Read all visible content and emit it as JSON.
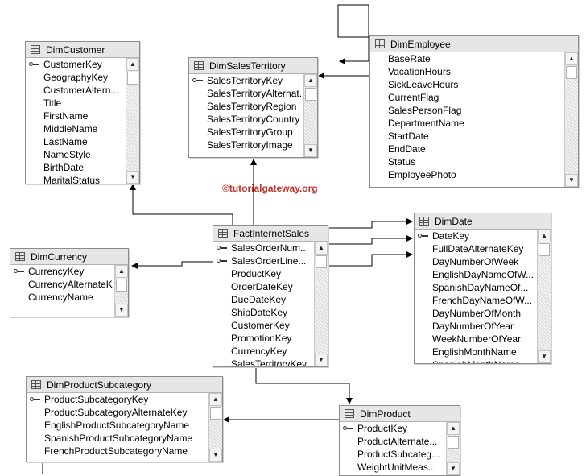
{
  "tables": [
    {
      "id": "dimcustomer",
      "name": "DimCustomer",
      "fields": [
        "CustomerKey",
        "GeographyKey",
        "CustomerAltern...",
        "Title",
        "FirstName",
        "MiddleName",
        "LastName",
        "NameStyle",
        "BirthDate",
        "MaritalStatus"
      ],
      "keys": [
        0
      ]
    },
    {
      "id": "dimsalesterritory",
      "name": "DimSalesTerritory",
      "fields": [
        "SalesTerritoryKey",
        "SalesTerritoryAlternat...",
        "SalesTerritoryRegion",
        "SalesTerritoryCountry",
        "SalesTerritoryGroup",
        "SalesTerritoryImage"
      ],
      "keys": [
        0
      ]
    },
    {
      "id": "dimemployee",
      "name": "DimEmployee",
      "fields": [
        "BaseRate",
        "VacationHours",
        "SickLeaveHours",
        "CurrentFlag",
        "SalesPersonFlag",
        "DepartmentName",
        "StartDate",
        "EndDate",
        "Status",
        "EmployeePhoto"
      ],
      "keys": []
    },
    {
      "id": "factinternetsales",
      "name": "FactInternetSales",
      "fields": [
        "SalesOrderNum...",
        "SalesOrderLine...",
        "ProductKey",
        "OrderDateKey",
        "DueDateKey",
        "ShipDateKey",
        "CustomerKey",
        "PromotionKey",
        "CurrencyKey",
        "SalesTerritoryKey"
      ],
      "keys": [
        0,
        1
      ]
    },
    {
      "id": "dimcurrency",
      "name": "DimCurrency",
      "fields": [
        "CurrencyKey",
        "CurrencyAlternateKey",
        "CurrencyName"
      ],
      "keys": [
        0
      ]
    },
    {
      "id": "dimdate",
      "name": "DimDate",
      "fields": [
        "DateKey",
        "FullDateAlternateKey",
        "DayNumberOfWeek",
        "EnglishDayNameOfW...",
        "SpanishDayNameOf...",
        "FrenchDayNameOfW...",
        "DayNumberOfMonth",
        "DayNumberOfYear",
        "WeekNumberOfYear",
        "EnglishMonthName",
        "SpanishMonthName"
      ],
      "keys": [
        0
      ]
    },
    {
      "id": "dimproductsubcategory",
      "name": "DimProductSubcategory",
      "fields": [
        "ProductSubcategoryKey",
        "ProductSubcategoryAlternateKey",
        "EnglishProductSubcategoryName",
        "SpanishProductSubcategoryName",
        "FrenchProductSubcategoryName"
      ],
      "keys": [
        0
      ]
    },
    {
      "id": "dimproduct",
      "name": "DimProduct",
      "fields": [
        "ProductKey",
        "ProductAlternate...",
        "ProductSubcateg...",
        "WeightUnitMeas..."
      ],
      "keys": [
        0
      ]
    }
  ],
  "watermark": "©tutorialgateway.org",
  "icons": {
    "table": "table-grid-icon",
    "key": "primary-key-icon",
    "up": "scroll-up-arrow-icon",
    "down": "scroll-down-arrow-icon"
  },
  "colors": {
    "header_bg": "#e6e6e6",
    "border": "#8c8c8c",
    "watermark": "#c0342a"
  }
}
